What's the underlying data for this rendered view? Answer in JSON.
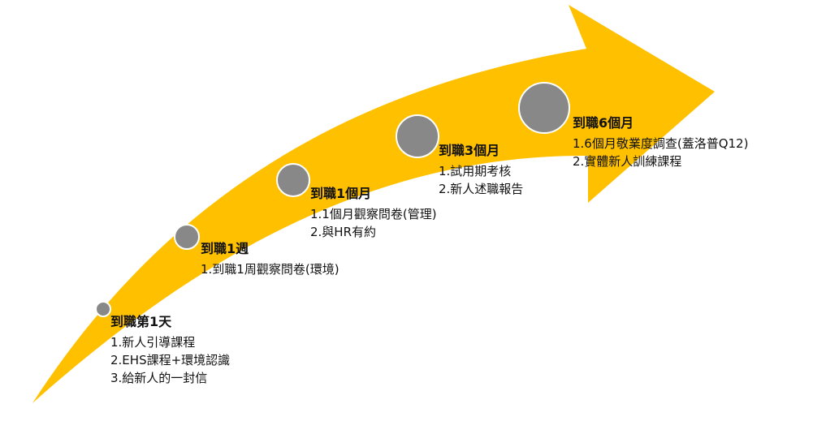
{
  "colors": {
    "arrow": "#FFC000",
    "dot_fill": "#888888",
    "dot_border": "#FFFFFF",
    "text": "#111111"
  },
  "milestones": [
    {
      "title": "到職第1天",
      "items": [
        "1.新人引導課程",
        "2.EHS課程+環境認識",
        "3.給新人的一封信"
      ]
    },
    {
      "title": "到職1週",
      "items": [
        "1.到職1周觀察問卷(環境)"
      ]
    },
    {
      "title": "到職1個月",
      "items": [
        "1.1個月觀察問卷(管理)",
        "2.與HR有約"
      ]
    },
    {
      "title": "到職3個月",
      "items": [
        "1.試用期考核",
        "2.新人述職報告"
      ]
    },
    {
      "title": "到職6個月",
      "items": [
        "1.6個月敬業度調查(蓋洛普Q12)",
        "2.實體新人訓練課程"
      ]
    }
  ]
}
